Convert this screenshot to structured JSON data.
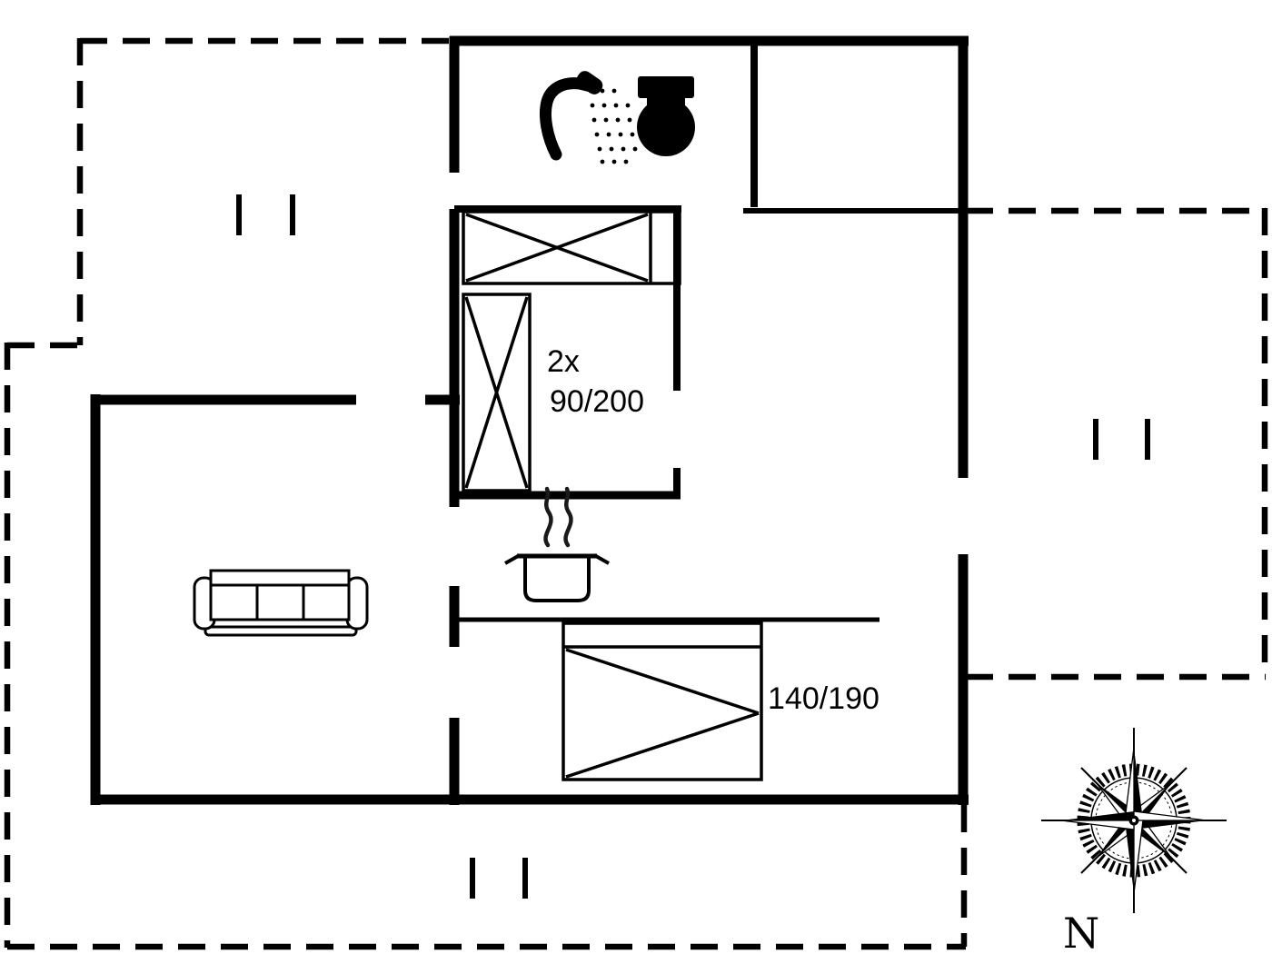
{
  "plan": {
    "type": "floor-plan",
    "bedroom1": {
      "bed_count": "2x",
      "bed_size": "90/200"
    },
    "bedroom2": {
      "bed_size": "140/190"
    },
    "compass": {
      "label": "N"
    }
  },
  "colors": {
    "wall": "#000000",
    "background": "#ffffff"
  },
  "icons": {
    "shower": "shower-icon",
    "toilet": "toilet-icon",
    "sofa": "sofa-icon",
    "cooking_pot": "cooking-pot-icon",
    "steam": "steam-icon",
    "compass_rose": "compass-rose-icon",
    "window_marker": "window-marker-icon"
  }
}
